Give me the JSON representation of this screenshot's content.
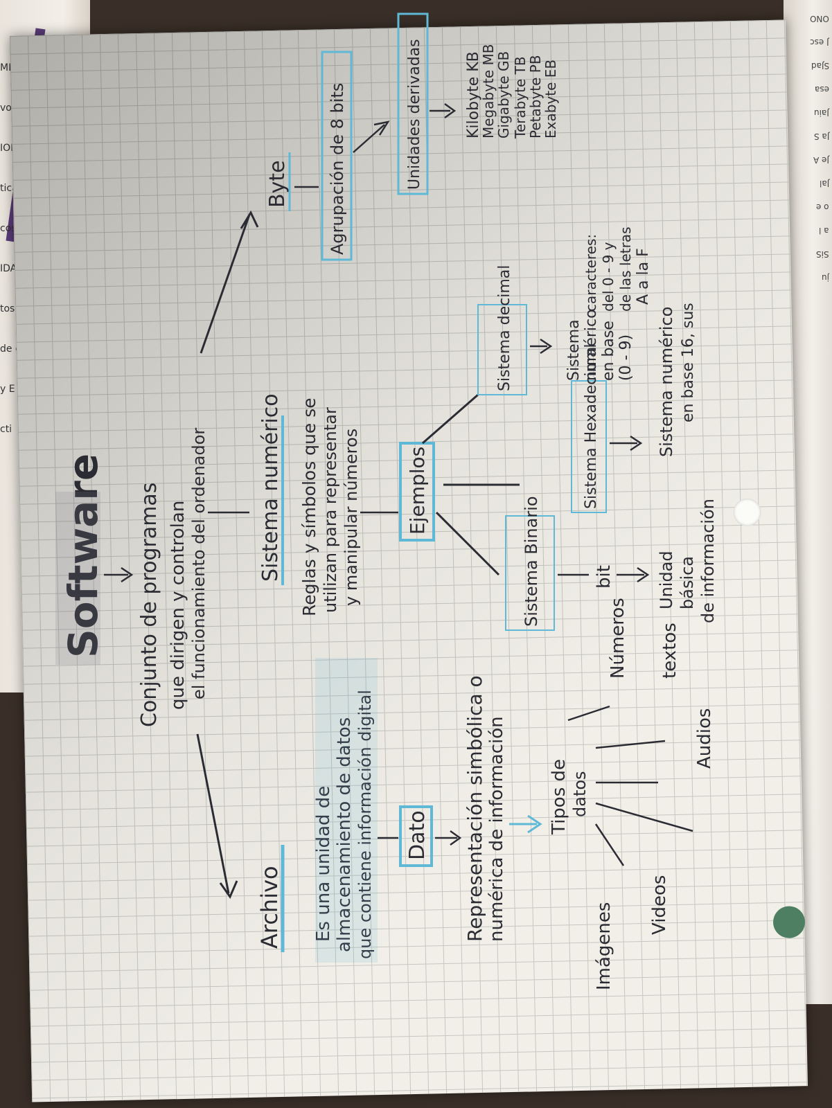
{
  "title": "Software",
  "software_definition": [
    "Conjunto de programas",
    "que dirigen y controlan",
    "el funcionamiento del ordenador"
  ],
  "archivo": {
    "label": "Archivo",
    "definition": [
      "Es una unidad de",
      "almacenamiento de datos",
      "que contiene información digital"
    ]
  },
  "dato": {
    "label": "Dato",
    "definition": [
      "Representación simbólica o",
      "numérica de información"
    ]
  },
  "tipos_de_datos": {
    "label": [
      "Tipos de",
      "datos"
    ],
    "items": [
      "Números",
      "textos",
      "Audios",
      "Videos",
      "Imágenes"
    ]
  },
  "sistema_numerico": {
    "label": "Sistema numérico",
    "definition": [
      "Reglas y símbolos que se",
      "utilizan para representar",
      "y manipular números"
    ]
  },
  "ejemplos": {
    "label": "Ejemplos",
    "binario": "Sistema Binario",
    "bit": "bit",
    "unidad_basica": [
      "Unidad",
      "básica",
      "de información"
    ],
    "hexadecimal": "Sistema Hexadecimal",
    "hex_desc": [
      "Sistema numérico",
      "en base 16, sus",
      "caracteres:",
      "del 0 - 9 y",
      "de las letras",
      "A a la F"
    ],
    "decimal": "Sistema decimal",
    "dec_desc": [
      "Sistema",
      "numérico",
      "en base",
      "(0 - 9)"
    ]
  },
  "byte": {
    "label": "Byte",
    "definition": "Agrupación de 8 bits"
  },
  "unidades_derivadas": {
    "label": "Unidades derivadas",
    "items": [
      "Kilobyte KB",
      "Megabyte MB",
      "Gigabyte GB",
      "Terabyte TB",
      "Petabyte PB",
      "Exabyte EB"
    ]
  },
  "background_text": {
    "left": [
      "MENTA",
      "vo Mex",
      "IONAL",
      "tica d",
      "cos",
      "IDA",
      "tos",
      "de c",
      "y E",
      "cti"
    ],
    "right": [
      "ONO",
      "J esc",
      "SJad",
      "esa",
      "Jaiu",
      "Ja S",
      "Je A",
      "Jal",
      "o e",
      "a l",
      "SiS",
      "ju"
    ]
  },
  "colors": {
    "ink": "#2b2b33",
    "highlight": "#5fb8d6",
    "paper": "#f1efe8",
    "grid": "#c6c6c0"
  }
}
